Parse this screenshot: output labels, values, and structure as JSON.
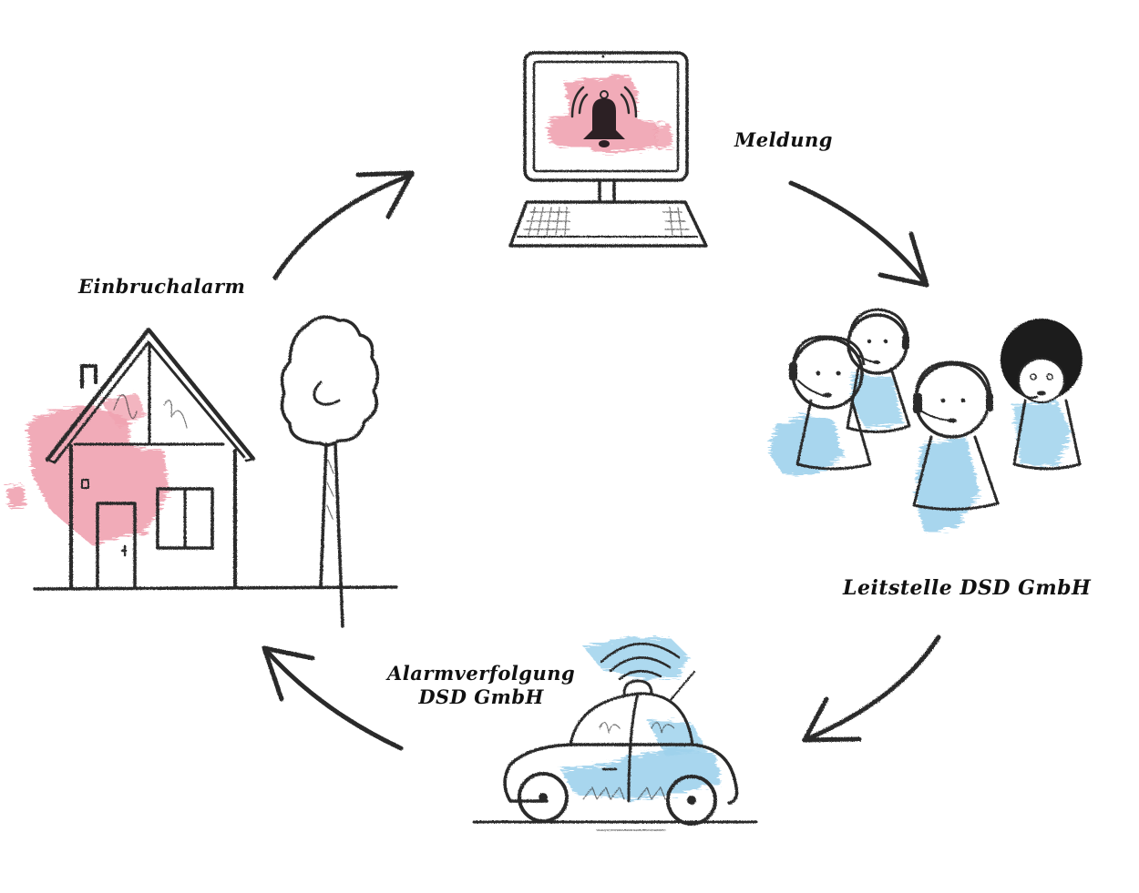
{
  "diagram": {
    "type": "cycle",
    "colors": {
      "ink": "#2a2a2a",
      "alarm_accent": "#f0a2b0",
      "service_accent": "#9fd2ec",
      "background": "#ffffff"
    },
    "steps": [
      {
        "id": "house",
        "label": "Einbruchalarm",
        "icon": "house-with-tree-icon"
      },
      {
        "id": "monitor",
        "label": "Meldung",
        "icon": "computer-alarm-bell-icon"
      },
      {
        "id": "control",
        "label": "Leitstelle DSD GmbH",
        "icon": "call-center-agents-icon"
      },
      {
        "id": "car",
        "label_lines": [
          "Alarmverfolgung",
          "DSD GmbH"
        ],
        "icon": "patrol-car-icon"
      }
    ],
    "flow": [
      {
        "from": "house",
        "to": "monitor"
      },
      {
        "from": "monitor",
        "to": "control"
      },
      {
        "from": "control",
        "to": "car"
      },
      {
        "from": "car",
        "to": "house"
      }
    ]
  }
}
